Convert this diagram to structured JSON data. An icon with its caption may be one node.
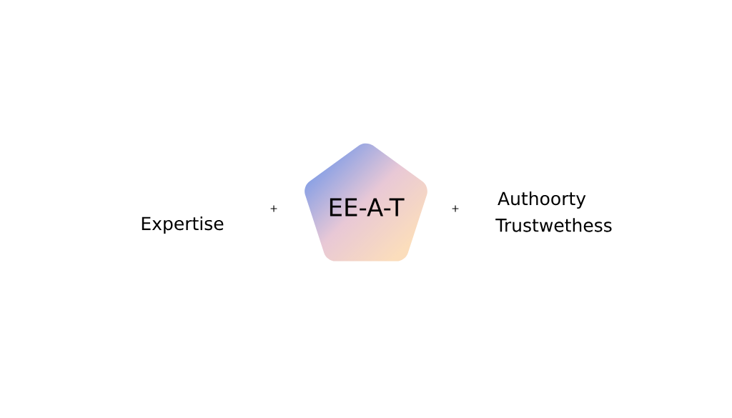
{
  "diagram": {
    "nodes": [
      {
        "text": [
          "EE-A-T"
        ]
      }
    ],
    "labels": [
      "Expertise",
      "+",
      "+",
      "Authoorty",
      "Trustwethess"
    ]
  }
}
